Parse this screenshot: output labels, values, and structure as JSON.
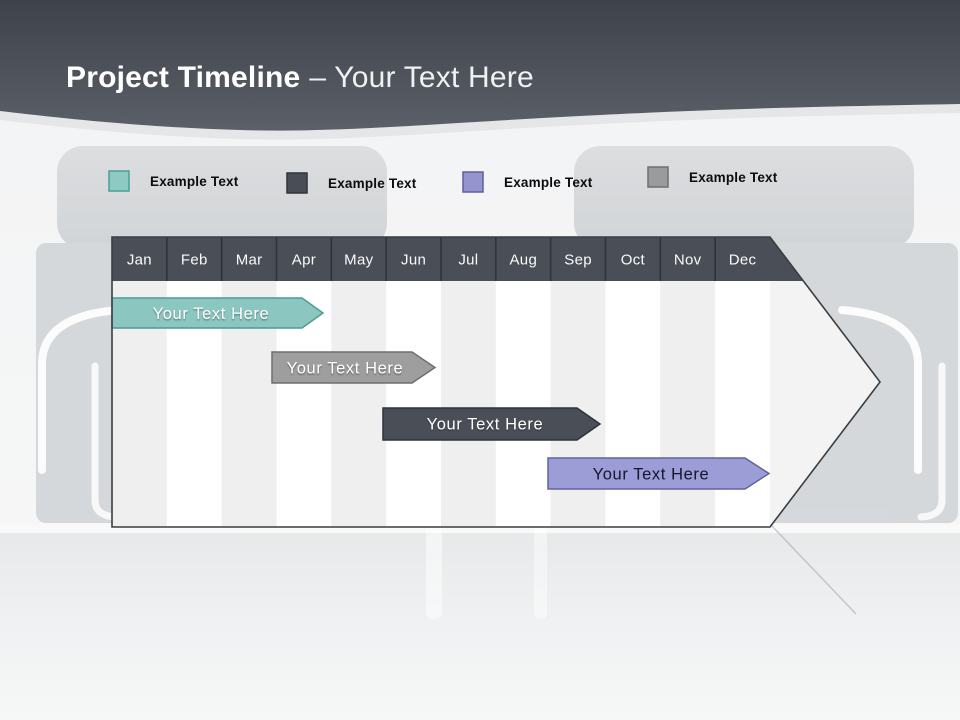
{
  "header": {
    "title": "Project Timeline",
    "subtitle": "– Your Text Here"
  },
  "legend": {
    "items": [
      {
        "label": "Example Text",
        "color": "#8CCAC3",
        "border": "#4E9D96"
      },
      {
        "label": "Example Text",
        "color": "#494E56",
        "border": "#31343A"
      },
      {
        "label": "Example Text",
        "color": "#9494CF",
        "border": "#5F5FA0"
      },
      {
        "label": "Example Text",
        "color": "#9B9B9B",
        "border": "#6F6F6F"
      }
    ]
  },
  "chart_data": {
    "type": "bar",
    "subtype": "timeline-gantt-arrow",
    "title": "Project Timeline – Your Text Here",
    "categories": [
      "Jan",
      "Feb",
      "Mar",
      "Apr",
      "May",
      "Jun",
      "Jul",
      "Aug",
      "Sep",
      "Oct",
      "Nov",
      "Dec"
    ],
    "header_band_color": "#4A4E57",
    "grid": "alternating monthly column stripes",
    "legend_position": "top",
    "bars": [
      {
        "label": "Your Text Here",
        "row": 1,
        "start_month_index": 0.0,
        "end_month_index": 3.9,
        "approx_span": "Jan – early Apr",
        "color": "#8BC7C0",
        "border": "#4E9C95",
        "text_color": "#FFFFFF"
      },
      {
        "label": "Your Text Here",
        "row": 2,
        "start_month_index": 2.9,
        "end_month_index": 5.9,
        "approx_span": "late Mar – Jun",
        "color": "#9E9E9E",
        "border": "#6E6E6E",
        "text_color": "#FFFFFF"
      },
      {
        "label": "Your Text Here",
        "row": 3,
        "start_month_index": 4.95,
        "end_month_index": 8.9,
        "approx_span": "Jun – early Sep",
        "color": "#4A4F57",
        "border": "#30333A",
        "text_color": "#FFFFFF"
      },
      {
        "label": "Your Text Here",
        "row": 4,
        "start_month_index": 8.0,
        "end_month_index": 12.0,
        "approx_span": "Sep – Dec",
        "color": "#9C9CD6",
        "border": "#62629E",
        "text_color": "#16162C"
      }
    ]
  }
}
